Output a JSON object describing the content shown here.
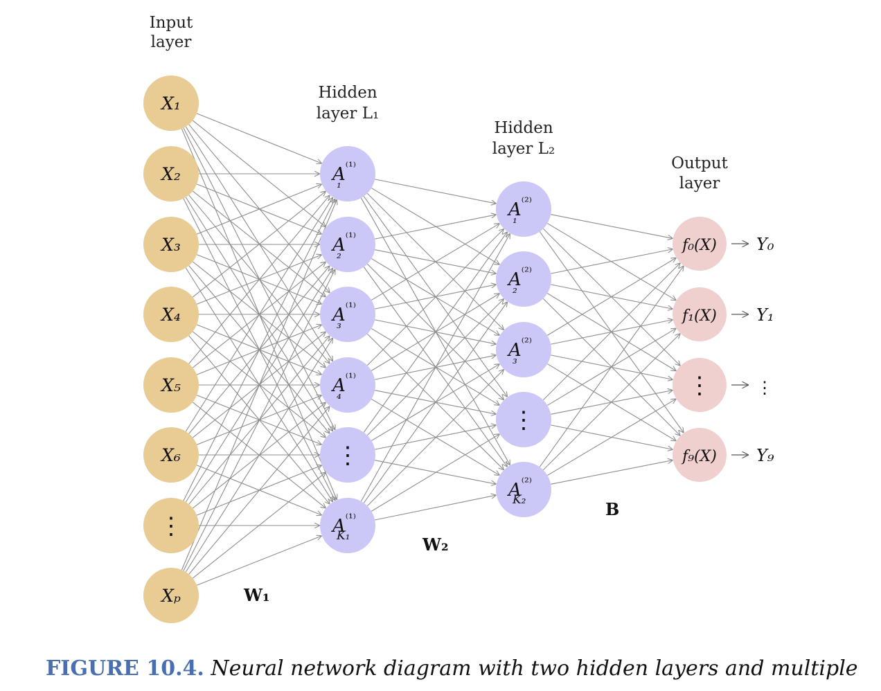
{
  "layer_labels": {
    "input": [
      "Input",
      "layer"
    ],
    "hidden1": [
      "Hidden",
      "layer L₁"
    ],
    "hidden2": [
      "Hidden",
      "layer L₂"
    ],
    "output": [
      "Output",
      "layer"
    ]
  },
  "input_nodes": [
    "X₁",
    "X₂",
    "X₃",
    "X₄",
    "X₅",
    "X₆",
    "⋮",
    "Xₚ"
  ],
  "hidden1_nodes": [
    "A₁⁽¹⁾",
    "A₂⁽¹⁾",
    "A₃⁽¹⁾",
    "A₄⁽¹⁾",
    "⋮",
    "A_K₁⁽¹⁾"
  ],
  "hidden2_nodes": [
    "A₁⁽²⁾",
    "A₂⁽²⁾",
    "A₃⁽²⁾",
    "⋮",
    "A_K₂⁽²⁾"
  ],
  "output_nodes": [
    "f₀(X)",
    "f₁(X)",
    "⋮",
    "f₉(X)"
  ],
  "outputs": [
    "Y₀",
    "Y₁",
    "⋮",
    "Y₉"
  ],
  "weight_labels": {
    "w1": "W₁",
    "w2": "W₂",
    "b": "B"
  },
  "caption": {
    "figure": "FIGURE 10.4.",
    "text": "Neural network diagram with two hidden layers and multiple"
  },
  "colors": {
    "input": "#e8cc94",
    "hidden": "#cbc8f8",
    "output": "#f0cfcf",
    "edge": "#8c8c8c",
    "figure": "#4a6fb0"
  }
}
